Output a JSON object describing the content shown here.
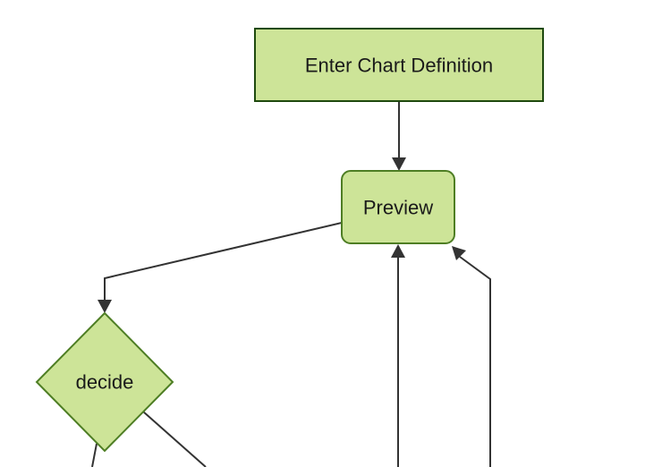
{
  "diagram": {
    "type": "flowchart",
    "direction": "top-down",
    "nodes": [
      {
        "id": "enter-chart-definition",
        "label": "Enter Chart Definition",
        "shape": "rectangle"
      },
      {
        "id": "preview",
        "label": "Preview",
        "shape": "rounded-rectangle"
      },
      {
        "id": "decide",
        "label": "decide",
        "shape": "diamond"
      }
    ],
    "edges": [
      {
        "from": "enter-chart-definition",
        "to": "preview",
        "arrow": true
      },
      {
        "from": "preview",
        "to": "decide",
        "arrow": true
      },
      {
        "from": "offscreen-bottom-center",
        "to": "preview",
        "arrow": true
      },
      {
        "from": "offscreen-bottom-right",
        "to": "preview",
        "arrow": true
      },
      {
        "from": "decide",
        "to": "offscreen-bottom-left",
        "arrow": false
      },
      {
        "from": "decide",
        "to": "offscreen-bottom-right",
        "arrow": false
      }
    ],
    "colors": {
      "background": "#ffffff",
      "node_fill": "#cde498",
      "rectangle_border": "#1f4a0f",
      "rounded_and_diamond_border": "#4e7e24",
      "edge_line": "#333333",
      "arrowhead": "#333333",
      "label_text": "#1a1a1a"
    }
  }
}
